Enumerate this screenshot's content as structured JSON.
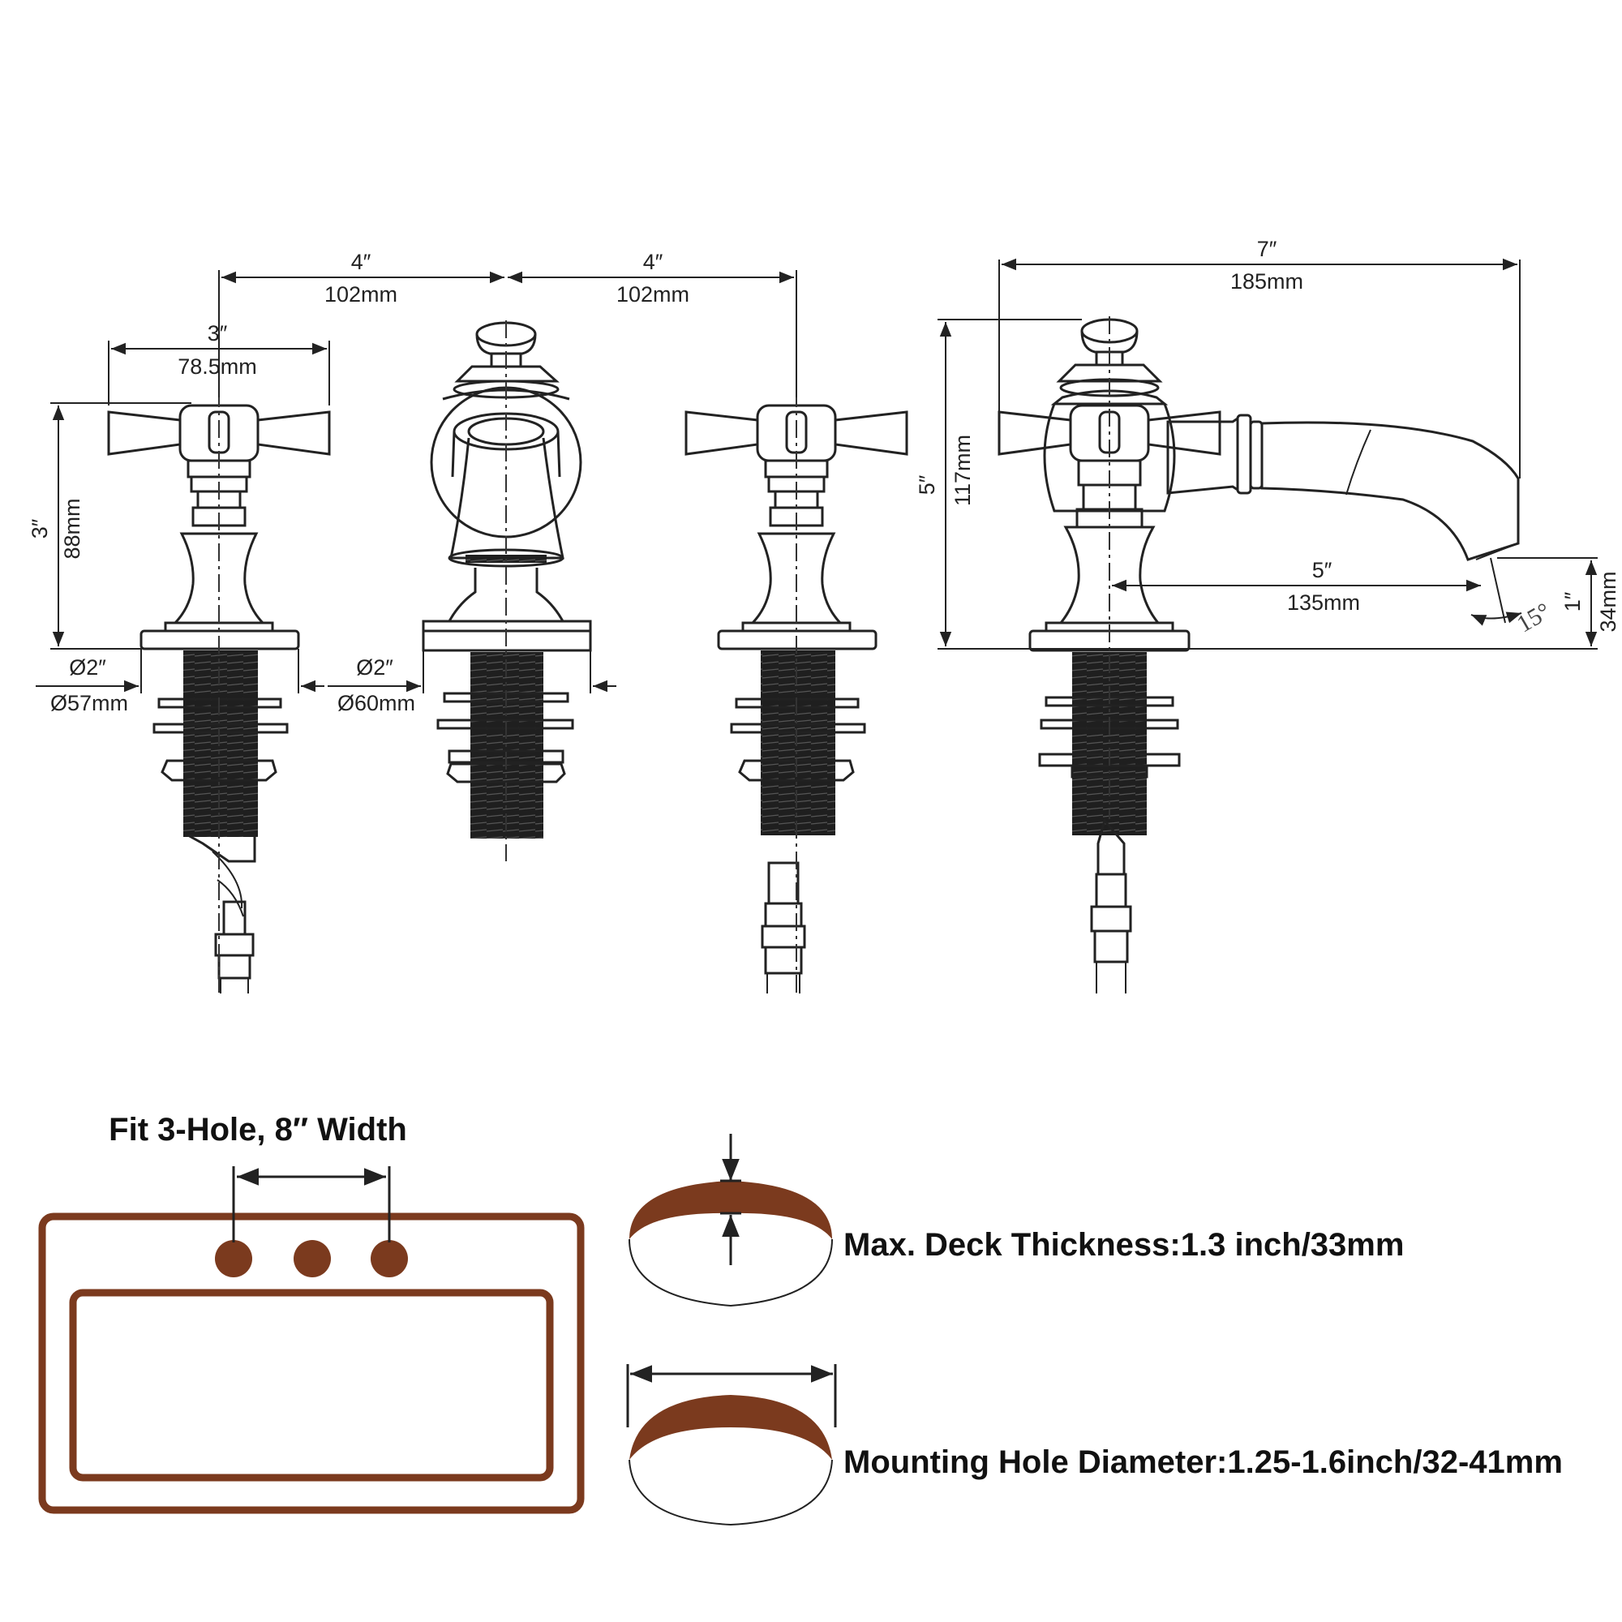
{
  "colors": {
    "line": "#222222",
    "basin_brown": "#7b3a1e",
    "background": "#ffffff"
  },
  "front_view": {
    "center_to_left": {
      "inch": "4″",
      "mm": "102mm"
    },
    "center_to_right": {
      "inch": "4″",
      "mm": "102mm"
    },
    "handle_width": {
      "inch": "3″",
      "mm": "78.5mm"
    },
    "handle_height": {
      "inch": "3″",
      "mm": "88mm"
    },
    "handle_base_dia": {
      "inch": "Ø2″",
      "mm": "Ø57mm"
    },
    "spout_base_dia": {
      "inch": "Ø2″",
      "mm": "Ø60mm"
    }
  },
  "side_view": {
    "total_depth": {
      "inch": "7″",
      "mm": "185mm"
    },
    "total_height": {
      "inch": "5″",
      "mm": "117mm"
    },
    "spout_reach": {
      "inch": "5″",
      "mm": "135mm"
    },
    "spout_height": {
      "inch": "1″",
      "mm": "34mm"
    },
    "spout_angle": "15°"
  },
  "install": {
    "fit_title": "Fit 3-Hole, 8″ Width",
    "deck_thickness": "Max. Deck Thickness:1.3 inch/33mm",
    "hole_diameter": "Mounting Hole Diameter:1.25-1.6inch/32-41mm"
  }
}
